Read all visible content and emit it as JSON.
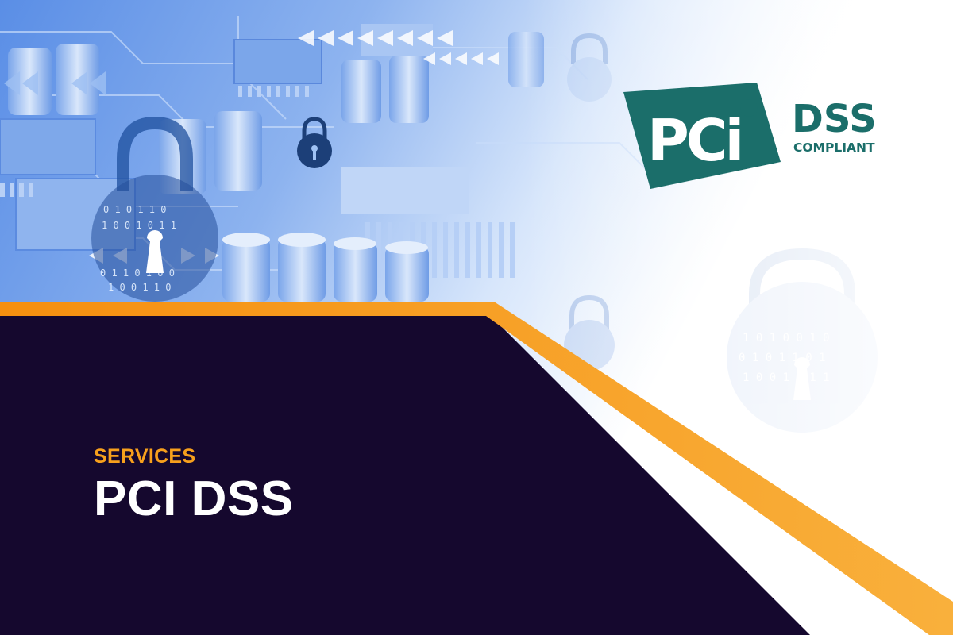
{
  "banner": {
    "eyebrow": "SERVICES",
    "title": "PCI DSS"
  },
  "logo": {
    "mark_text": "PCi",
    "dss_text": "DSS",
    "compliant_text": "COMPLIANT",
    "brand_color": "#1B6E6A"
  },
  "colors": {
    "navy": "#15082E",
    "orange": "#F7A01C",
    "circuit_blue": "#4F86E0"
  },
  "icons": [
    "lock-icon",
    "arrow-chevron-icon",
    "circuit-board-background"
  ]
}
